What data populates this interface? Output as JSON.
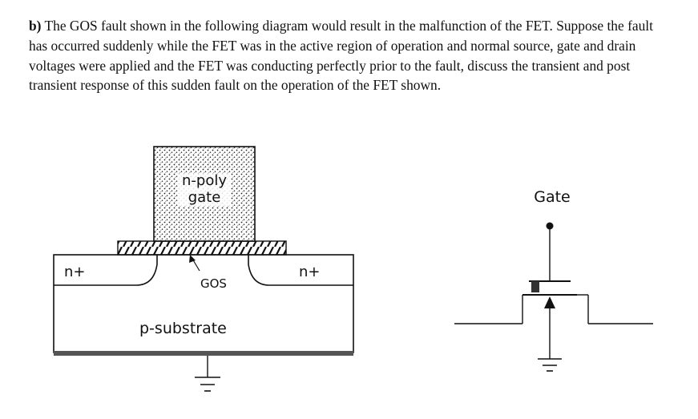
{
  "question": {
    "label": "b)",
    "text": "The GOS fault shown in the following diagram would result in the malfunction of the FET. Suppose the fault has occurred suddenly while the FET was in the active region of operation and normal source, gate and drain voltages were applied and the FET was conducting perfectly prior to the fault, discuss the transient and post transient response of this sudden fault on the operation of the FET shown."
  },
  "cross_section": {
    "gate_label_line1": "n-poly",
    "gate_label_line2": "gate",
    "source_label": "n+",
    "drain_label": "n+",
    "fault_label": "GOS",
    "substrate_label": "p-substrate"
  },
  "symbol": {
    "gate_label": "Gate"
  }
}
